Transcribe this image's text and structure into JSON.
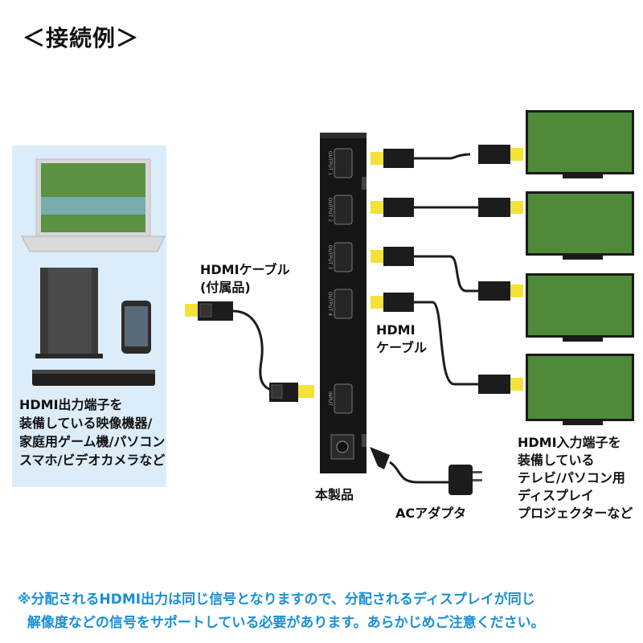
{
  "title": "＜接続例＞",
  "source_devices_caption": "HDMI出力端子を\n装備している映像機器/\n家庭用ゲーム機/パソコン\nスマホ/ビデオカメラなど",
  "hdmi_cable_included_label": "HDMIケーブル\n(付属品)",
  "hdmi_cable_label": "HDMI\nケーブル",
  "product_label": "本製品",
  "ac_adapter_label": "ACアダプタ",
  "display_devices_caption": "HDMI入力端子を\n装備している\nテレビ/パソコン用\nディスプレイ\nプロジェクターなど",
  "footnote": "※分配されるHDMI出力は同じ信号となりますので、分配されるディスプレイが同じ\n  解像度などの信号をサポートしている必要があります。あらかじめご注意ください。",
  "splitter_ports": [
    "OUTPUT 1",
    "OUTPUT 2",
    "OUTPUT 3",
    "OUTPUT 4",
    "INPUT"
  ],
  "colors": {
    "accent_note": "#1a8fd6",
    "source_panel_bg": "#dcecf9",
    "connector_yellow": "#f4e23a",
    "device_black": "#1c1c1c"
  },
  "icons": [
    "laptop-icon",
    "game-console-icon",
    "smartphone-icon",
    "blu-ray-player-icon",
    "hdmi-splitter-icon",
    "tv-icon",
    "hdmi-cable-icon",
    "ac-adapter-icon"
  ]
}
